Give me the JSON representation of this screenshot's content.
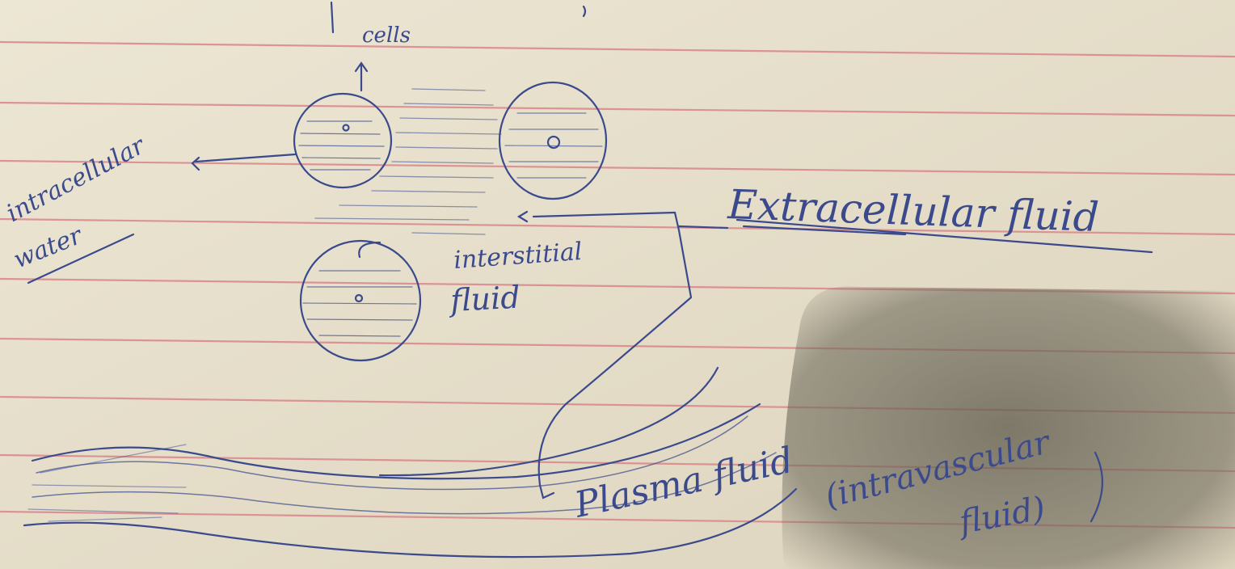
{
  "labels": {
    "cells": "cells",
    "intracellular_line1": "intracellular",
    "intracellular_line2": "water",
    "extracellular": "Extracellular fluid",
    "interstitial_line1": "interstitial",
    "interstitial_line2": "fluid",
    "plasma": "Plasma fluid",
    "intravascular_line1": "(intravascular",
    "intravascular_line2": "fluid)"
  },
  "colors": {
    "paper": "#e9e2cf",
    "ruling": "#d9868a",
    "ink": "#3b4a8c",
    "shadow": "#6f6a5c"
  }
}
